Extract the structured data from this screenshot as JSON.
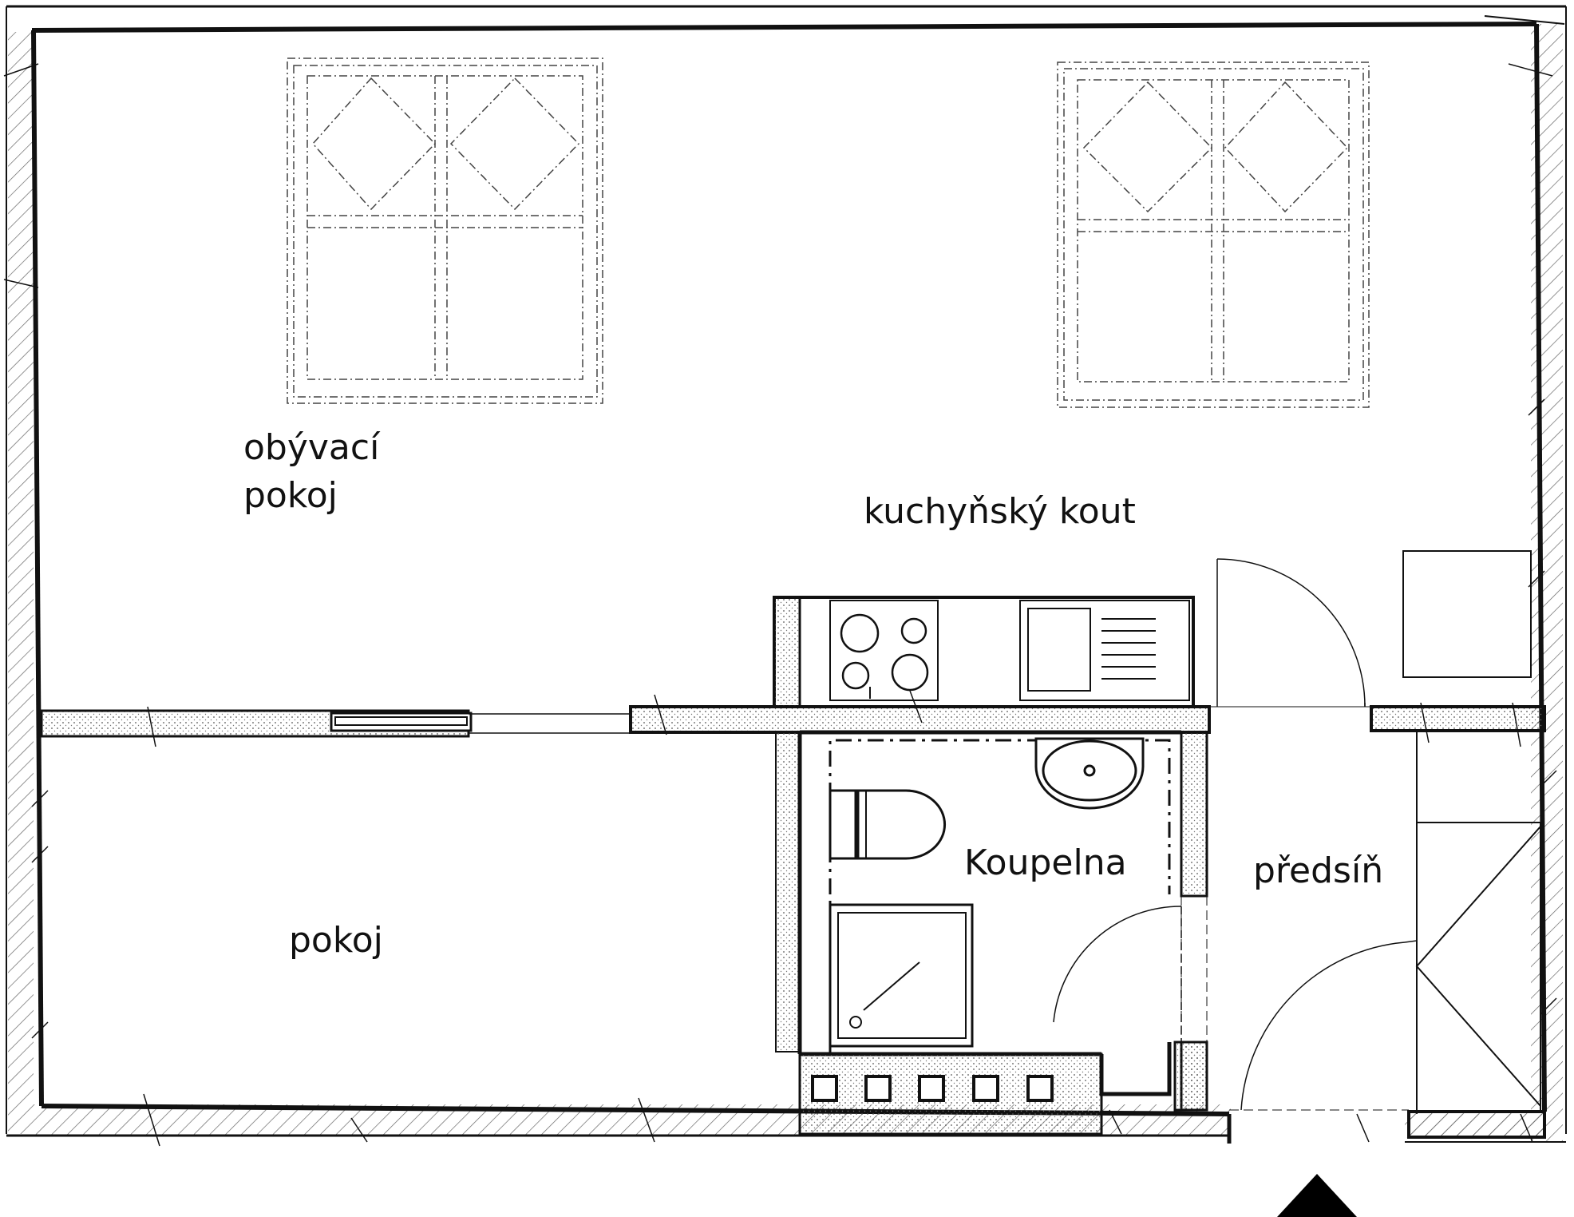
{
  "rooms": {
    "living_room_line1": "obývací",
    "living_room_line2": "pokoj",
    "kitchenette": "kuchyňský kout",
    "bedroom": "pokoj",
    "bathroom": "Koupelna",
    "hallway": "předsíň"
  },
  "colors": {
    "line": "#111111",
    "background": "#ffffff",
    "hatch": "#555555"
  },
  "icons": {
    "entrance": "entrance-arrow-icon"
  }
}
